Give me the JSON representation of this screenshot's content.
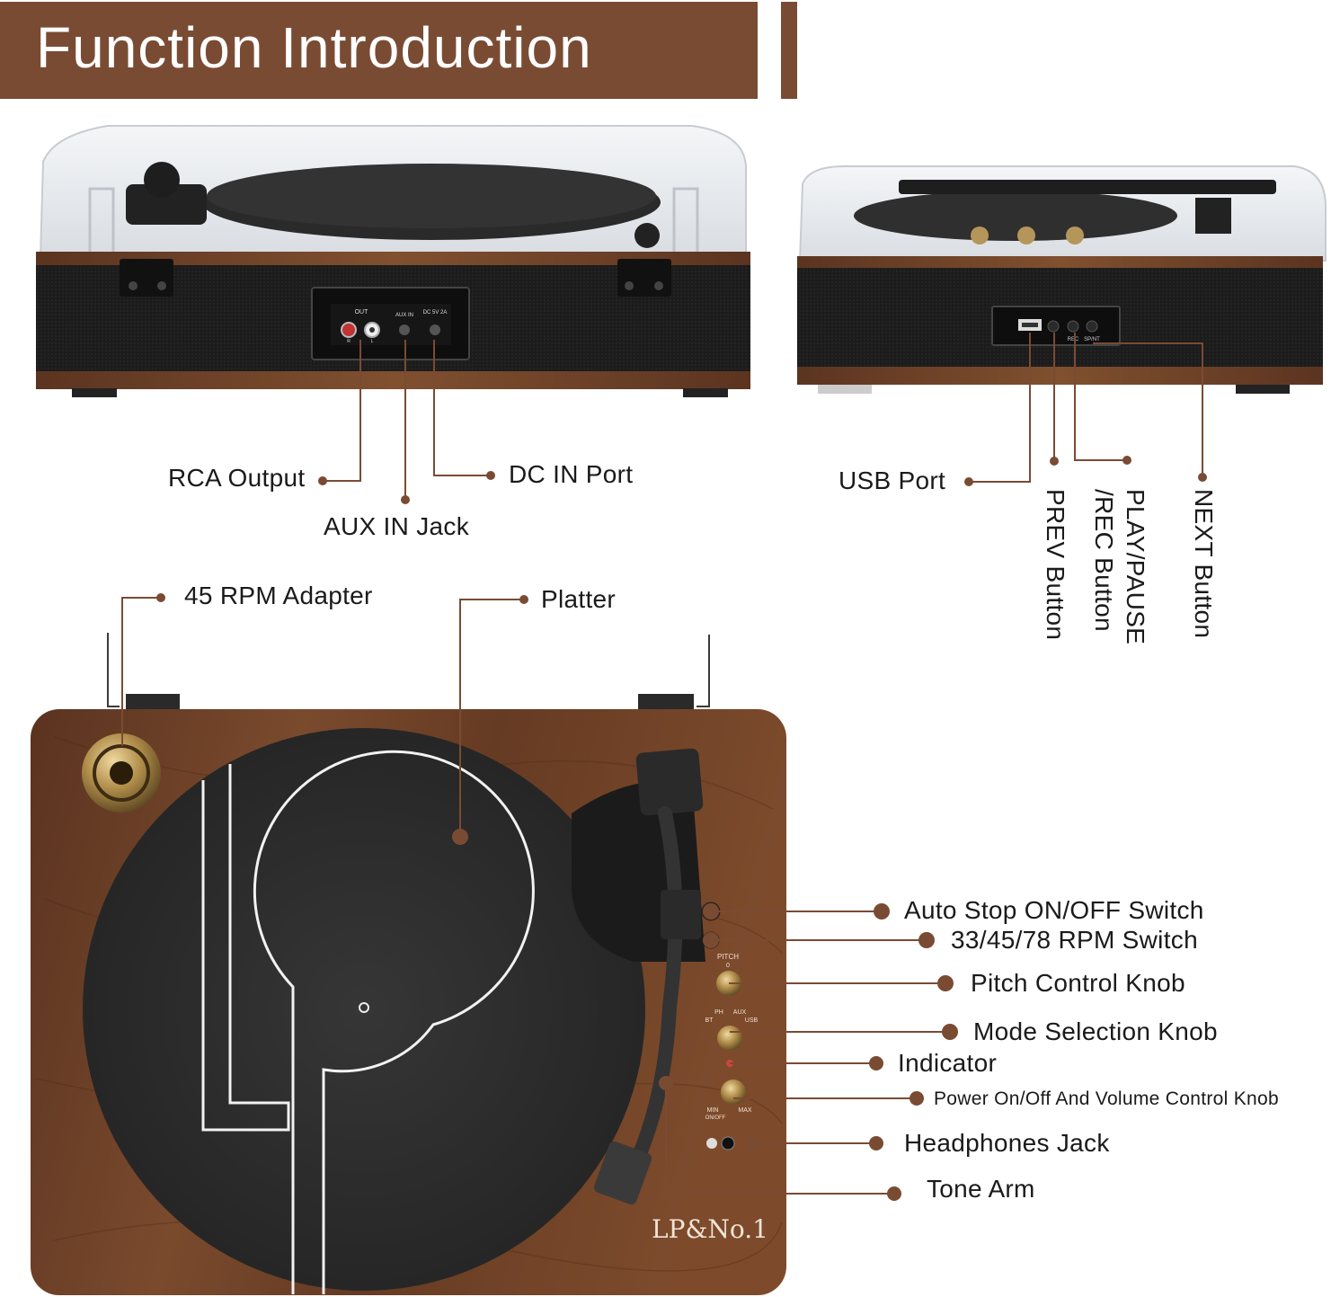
{
  "header": {
    "title": "Function Introduction"
  },
  "colors": {
    "accent": "#7a4b33",
    "callout": "#7a4b33",
    "wood": "#6b3f25",
    "mat": "#2e2e2e"
  },
  "back_view": {
    "panel_labels": {
      "out": "OUT",
      "aux_in": "AUX IN",
      "dc": "DC 5V 2A",
      "r": "R",
      "l": "L"
    },
    "callouts": {
      "rca_output": "RCA Output",
      "aux_in_jack": "AUX IN Jack",
      "dc_in_port": "DC IN Port"
    }
  },
  "side_view": {
    "panel_labels": {
      "rec": "REC",
      "spnt": "SP/NT"
    },
    "callouts": {
      "usb_port": "USB Port",
      "prev_button": "PREV Button",
      "play_pause_line1": "PLAY/PAUSE",
      "play_pause_line2": "/REC Button",
      "next_button": "NEXT Button"
    }
  },
  "top_view": {
    "brand": "LP&No.1",
    "panel_labels": {
      "pitch": "PITCH",
      "pitch_zero": "0",
      "ph": "PH",
      "aux": "AUX",
      "bt": "BT",
      "usb": "USB",
      "min": "MIN",
      "onoff": "ON/OFF",
      "max": "MAX"
    },
    "callouts": {
      "adapter": "45 RPM Adapter",
      "platter": "Platter",
      "auto_stop": "Auto Stop ON/OFF Switch",
      "rpm_switch": "33/45/78 RPM Switch",
      "pitch_knob": "Pitch Control Knob",
      "mode_knob": "Mode Selection Knob",
      "indicator": "Indicator",
      "power_volume": "Power On/Off And Volume Control Knob",
      "headphones": "Headphones Jack",
      "tone_arm": "Tone Arm"
    }
  }
}
